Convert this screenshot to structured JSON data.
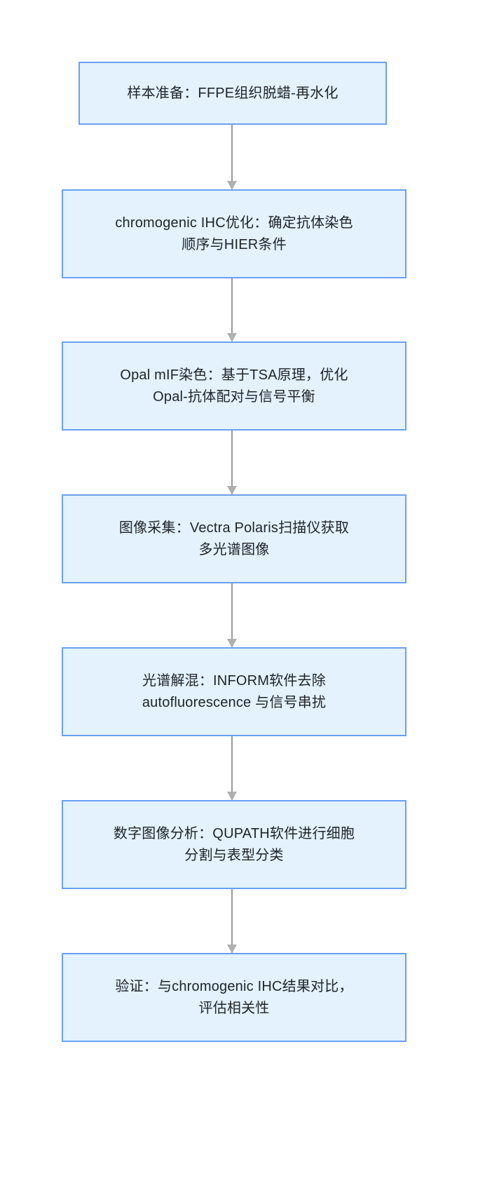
{
  "diagram": {
    "type": "flowchart",
    "orientation": "top-to-bottom",
    "background_color": "#ffffff",
    "node_fill_color": "#e3f2fd",
    "node_border_color": "#6aa0f5",
    "edge_color": "#999999",
    "text_color": "#20242b",
    "nodes": [
      {
        "id": "step-1",
        "label": "样本准备：FFPE组织脱蜡-再水化"
      },
      {
        "id": "step-2",
        "label": "chromogenic IHC优化：确定抗体染色\n顺序与HIER条件"
      },
      {
        "id": "step-3",
        "label": "Opal mIF染色：基于TSA原理，优化\nOpal-抗体配对与信号平衡"
      },
      {
        "id": "step-4",
        "label": "图像采集：Vectra Polaris扫描仪获取\n多光谱图像"
      },
      {
        "id": "step-5",
        "label": "光谱解混：INFORM软件去除\nautofluorescence 与信号串扰"
      },
      {
        "id": "step-6",
        "label": "数字图像分析：QUPATH软件进行细胞\n分割与表型分类"
      },
      {
        "id": "step-7",
        "label": "验证：与chromogenic IHC结果对比，\n评估相关性"
      }
    ],
    "edges": [
      {
        "id": "edge-1",
        "from": "step-1",
        "to": "step-2",
        "label": ""
      },
      {
        "id": "edge-2",
        "from": "step-2",
        "to": "step-3",
        "label": ""
      },
      {
        "id": "edge-3",
        "from": "step-3",
        "to": "step-4",
        "label": ""
      },
      {
        "id": "edge-4",
        "from": "step-4",
        "to": "step-5",
        "label": ""
      },
      {
        "id": "edge-5",
        "from": "step-5",
        "to": "step-6",
        "label": ""
      },
      {
        "id": "edge-6",
        "from": "step-6",
        "to": "step-7",
        "label": ""
      }
    ]
  }
}
